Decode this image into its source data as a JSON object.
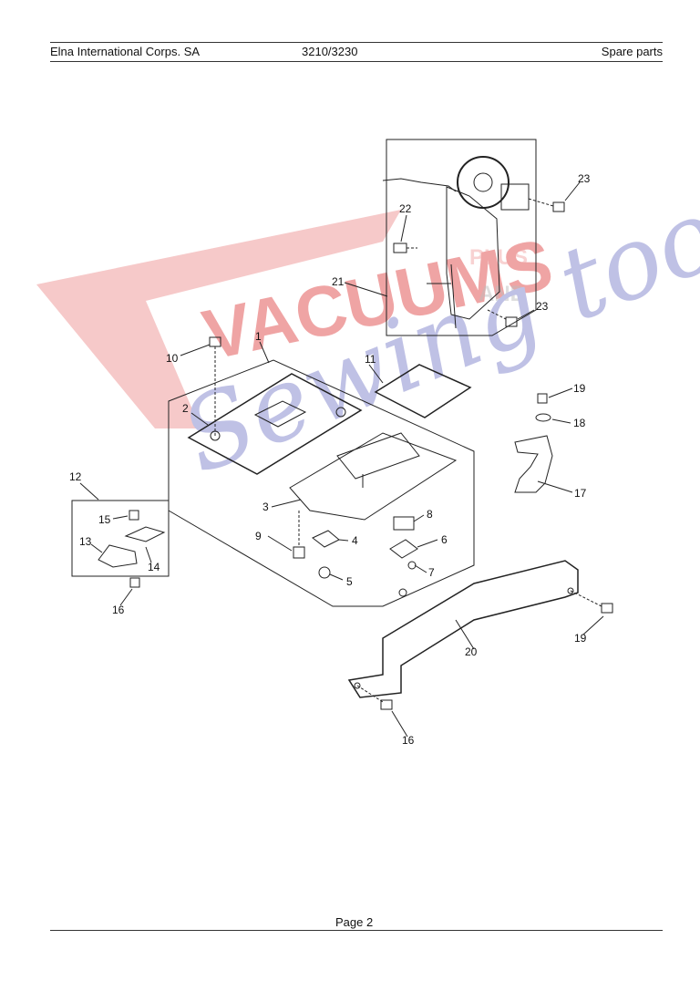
{
  "header": {
    "company": "Elna International Corps. SA",
    "model": "3210/3230",
    "section": "Spare parts"
  },
  "footer": {
    "page": "Page 2"
  },
  "watermark": {
    "line1": "VACUUMS",
    "line2": "Sewing too",
    "small1": "PLUS",
    "small2": "AND",
    "color_red": "#e35a5a",
    "color_blue": "#8c8fd0"
  },
  "parts": {
    "p1": "1",
    "p2": "2",
    "p3": "3",
    "p4": "4",
    "p5": "5",
    "p6": "6",
    "p7": "7",
    "p8": "8",
    "p9": "9",
    "p10": "10",
    "p11": "11",
    "p12": "12",
    "p13": "13",
    "p14": "14",
    "p15": "15",
    "p16a": "16",
    "p16b": "16",
    "p17": "17",
    "p18": "18",
    "p19a": "19",
    "p19b": "19",
    "p20": "20",
    "p21": "21",
    "p22": "22",
    "p23a": "23",
    "p23b": "23"
  }
}
